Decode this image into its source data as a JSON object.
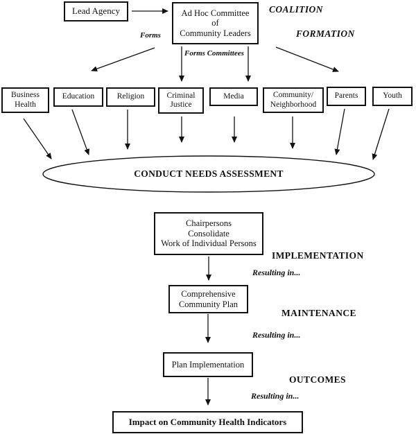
{
  "nodes": {
    "lead_agency": "Lead Agency",
    "ad_hoc": {
      "l1": "Ad Hoc Committee",
      "l2": "of",
      "l3": "Community Leaders"
    },
    "needs_assessment": "CONDUCT NEEDS ASSESSMENT",
    "chairpersons": {
      "l1": "Chairpersons",
      "l2": "Consolidate",
      "l3": "Work of Individual Persons"
    },
    "community_plan": {
      "l1": "Comprehensive",
      "l2": "Community Plan"
    },
    "plan_implementation": "Plan Implementation",
    "impact": "Impact on Community Health Indicators"
  },
  "committees": [
    {
      "l1": "Business",
      "l2": "Health"
    },
    {
      "l1": "Education"
    },
    {
      "l1": "Religion"
    },
    {
      "l1": "Criminal",
      "l2": "Justice"
    },
    {
      "l1": "Media"
    },
    {
      "l1": "Community/",
      "l2": "Neighborhood"
    },
    {
      "l1": "Parents"
    },
    {
      "l1": "Youth"
    }
  ],
  "stage_labels": {
    "coalition": "COALITION",
    "formation": "FORMATION",
    "implementation": "IMPLEMENTATION",
    "maintenance": "MAINTENANCE",
    "outcomes": "OUTCOMES"
  },
  "edge_labels": {
    "forms": "Forms",
    "forms_committees": "Forms Committees",
    "resulting_in": "Resulting in..."
  },
  "colors": {
    "line": "#111111",
    "text": "#111111",
    "background": "#ffffff"
  }
}
